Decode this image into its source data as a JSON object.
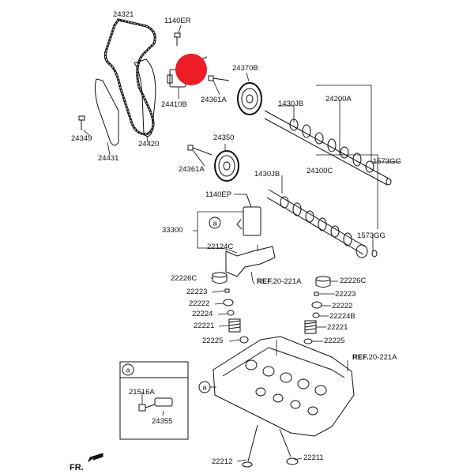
{
  "labels": {
    "p24321": "24321",
    "p1140ER": "1140ER",
    "p24370B": "24370B",
    "p24410B": "24410B",
    "p24361A_top": "24361A",
    "p1430JB_top": "1430JB",
    "p24200A": "24200A",
    "p24349": "24349",
    "p24431": "24431",
    "p24420": "24420",
    "p1573GG_top": "1573GG",
    "p24350": "24350",
    "p24361A_mid": "24361A",
    "p1430JB_mid": "1430JB",
    "p24100C": "24100C",
    "p1140EP": "1140EP",
    "p33300": "33300",
    "p22124C": "22124C",
    "p1573GG_mid": "1573GG",
    "p22226C_left": "22226C",
    "p22226C_right": "22226C",
    "p22223_left": "22223",
    "p22223_right": "22223",
    "p22222_left": "22222",
    "p22222_right": "22222",
    "p22224_left": "22224",
    "p22224B_right": "22224B",
    "p22221_left": "22221",
    "p22221_right": "22221",
    "p22225_left": "22225",
    "p22225_right": "22225",
    "p21516A": "21516A",
    "p24355": "24355",
    "p22212": "22212",
    "p22211": "22211"
  },
  "refs": {
    "ref1_bold": "REF.",
    "ref1_num": "20-221A",
    "ref2_bold": "REF.",
    "ref2_num": "20-221A"
  },
  "callouts": {
    "a_mid": "a",
    "a_inset": "a",
    "a_head": "a"
  },
  "direction": "FR.",
  "colors": {
    "line": "#111111",
    "highlight_dot": "#ee1c24"
  }
}
